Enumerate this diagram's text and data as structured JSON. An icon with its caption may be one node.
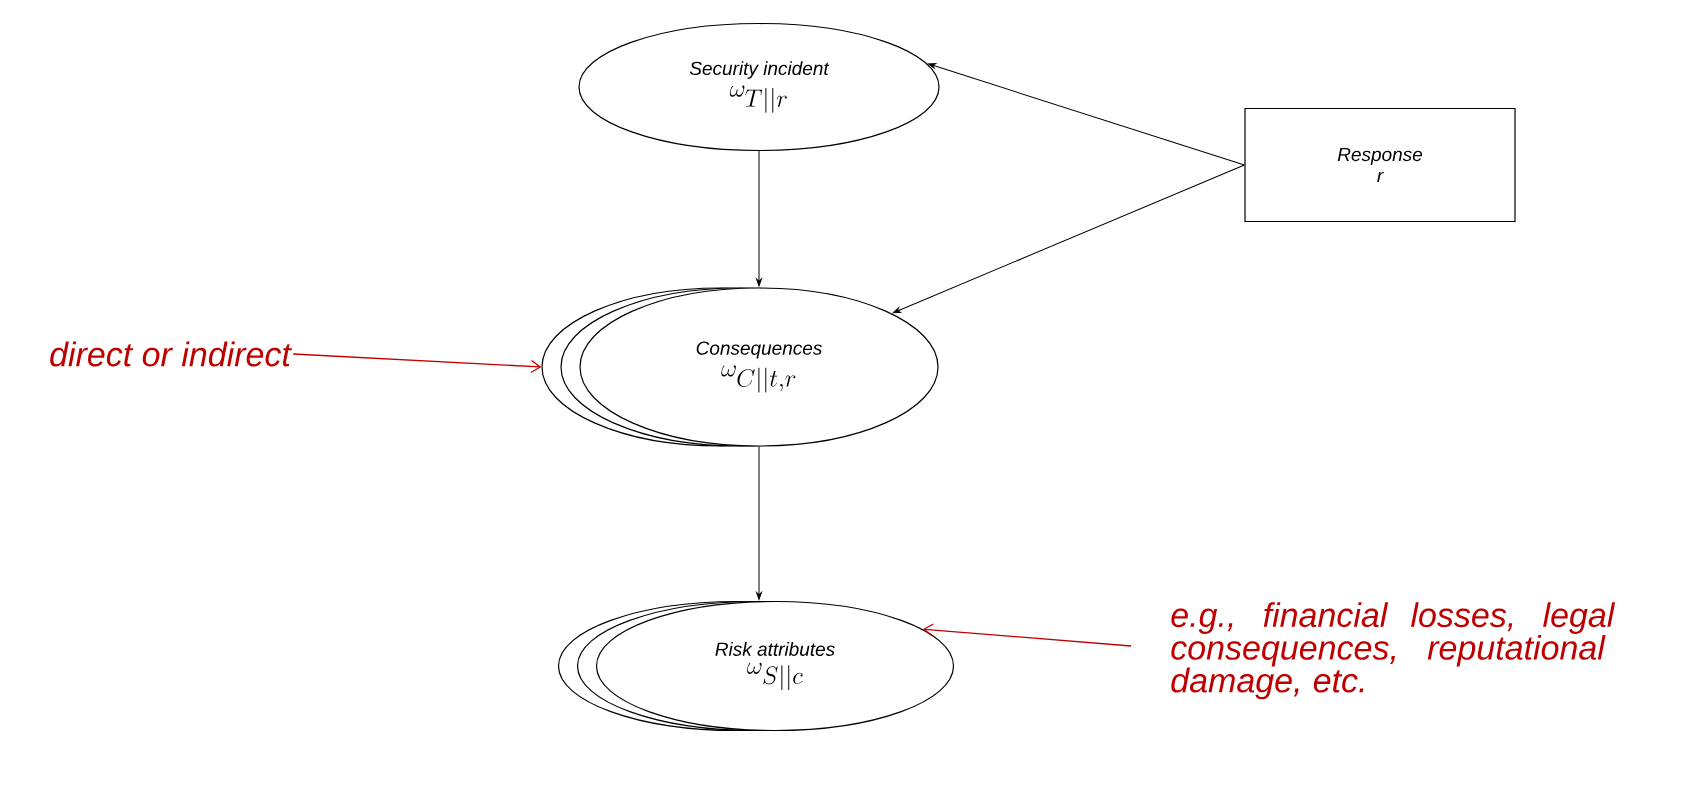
{
  "diagram": {
    "nodes": [
      {
        "text": [
          "Security incident",
          "\\omega_{T||r}"
        ]
      },
      {
        "text": [
          "Response",
          "r"
        ]
      },
      {
        "text": [
          "Consequences",
          "\\omega_{C||t,r}"
        ]
      },
      {
        "text": [
          "Risk attributes",
          "\\omega_{S||c}"
        ]
      },
      {
        "text": [
          "direct or indirect"
        ]
      },
      {
        "text": [
          "e.g., financial losses, legal consequences, reputational damage, etc."
        ]
      }
    ],
    "edges": [
      {
        "from": 1,
        "to": 0,
        "arrow": "to"
      },
      {
        "from": 1,
        "to": 2,
        "arrow": "to"
      },
      {
        "from": 0,
        "to": 2,
        "arrow": "to"
      },
      {
        "from": 2,
        "to": 3,
        "arrow": "to"
      },
      {
        "from": 4,
        "to": 2,
        "arrow": "to",
        "color": "#c00000"
      },
      {
        "from": 5,
        "to": 3,
        "arrow": "to",
        "color": "#c00000"
      }
    ]
  }
}
